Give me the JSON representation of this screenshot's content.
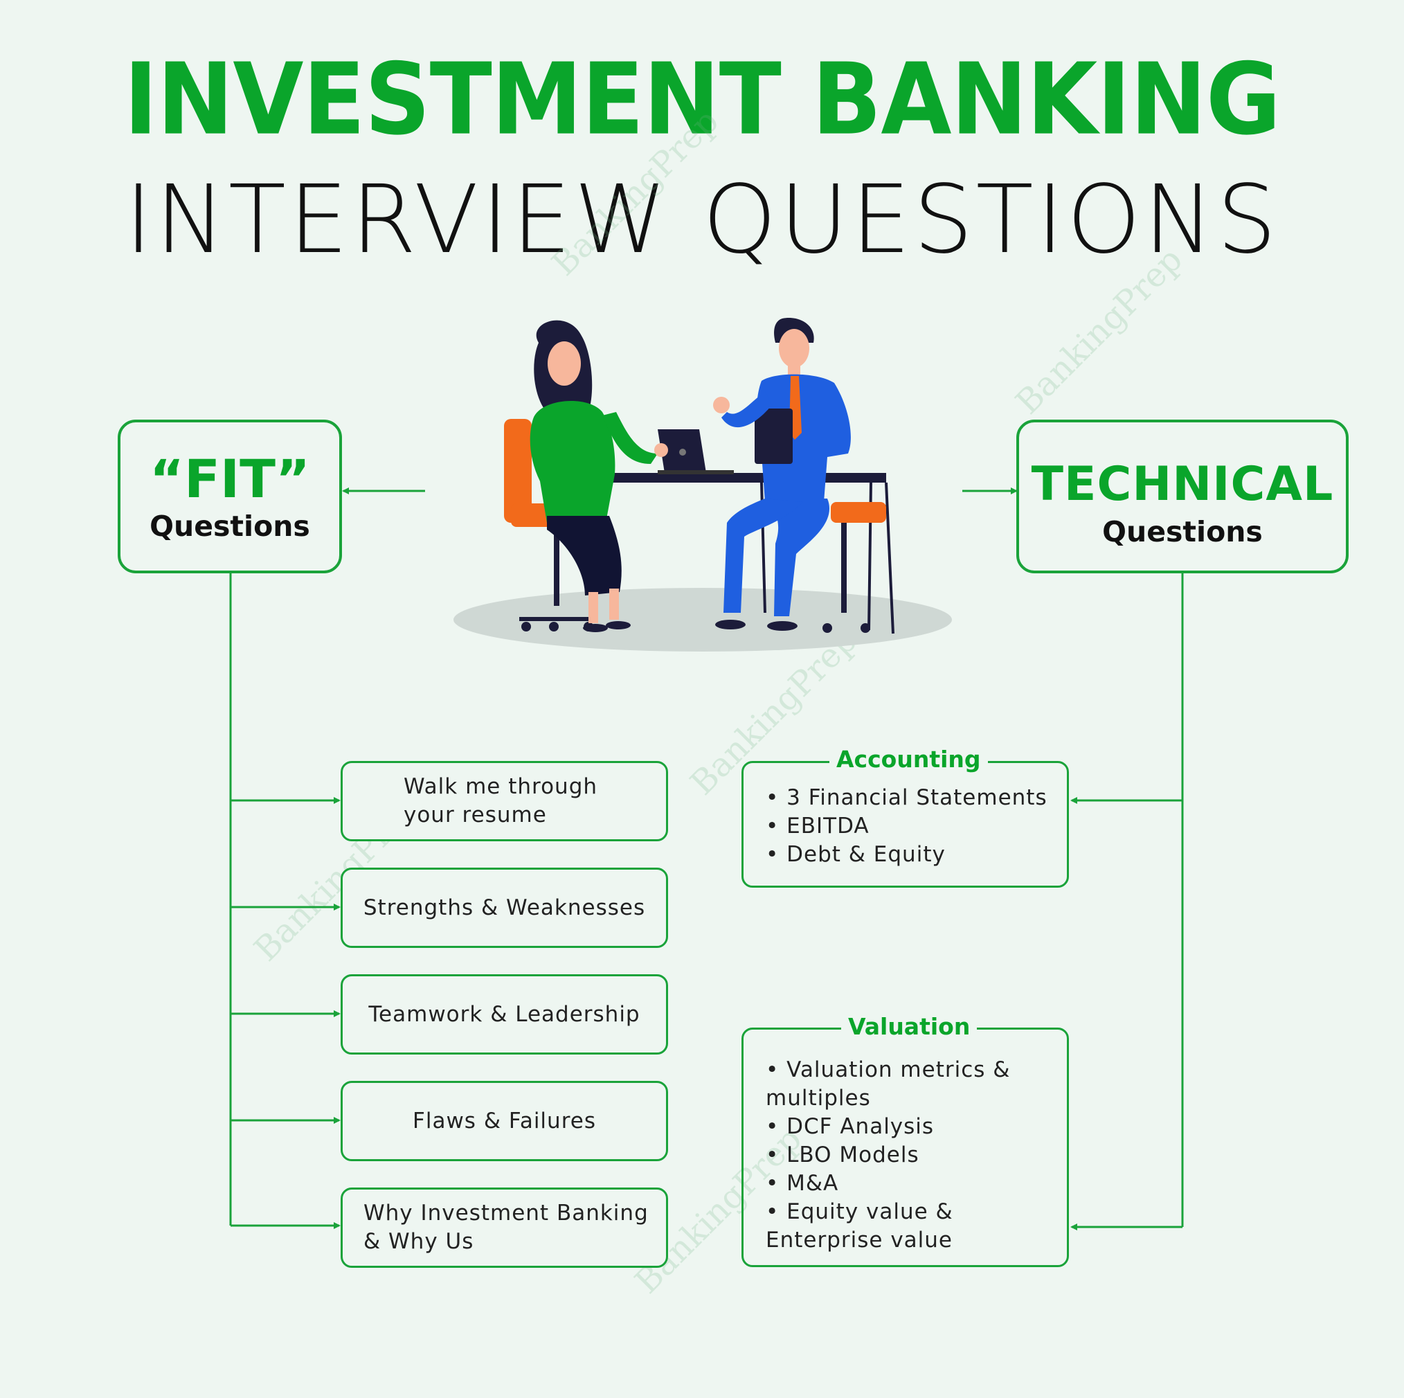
{
  "title": {
    "line1": "INVESTMENT BANKING",
    "line2": "INTERVIEW QUESTIONS"
  },
  "fit": {
    "main": "“FIT”",
    "sub": "Questions"
  },
  "technical": {
    "main": "TECHNICAL",
    "sub": "Questions"
  },
  "fit_questions": [
    "Walk me through\nyour resume",
    "Strengths & Weaknesses",
    "Teamwork & Leadership",
    "Flaws & Failures",
    "Why Investment Banking\n& Why Us"
  ],
  "accounting": {
    "label": "Accounting",
    "items": [
      "• 3 Financial Statements",
      "• EBITDA",
      "• Debt & Equity"
    ]
  },
  "valuation": {
    "label": "Valuation",
    "items": [
      "• Valuation metrics &\nmultiples",
      "• DCF Analysis",
      "• LBO Models",
      "• M&A",
      "• Equity value &\nEnterprise value"
    ]
  },
  "watermark": "BankingPrep",
  "colors": {
    "accent": "#0aa52b",
    "line": "#1aa33a",
    "background": "#eef6f1"
  }
}
